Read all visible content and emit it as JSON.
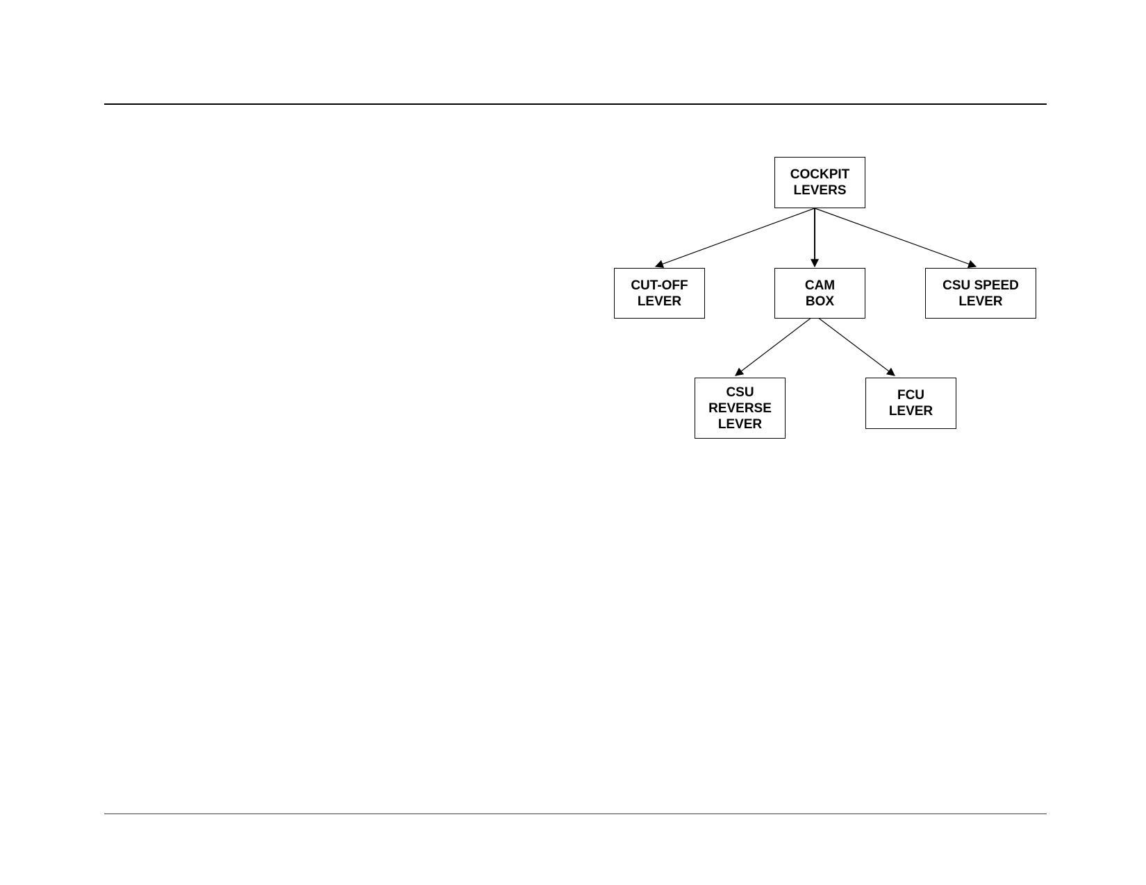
{
  "diagram": {
    "nodes": {
      "cockpit_levers": [
        "COCKPIT",
        "LEVERS"
      ],
      "cut_off_lever": [
        "CUT-OFF",
        "LEVER"
      ],
      "cam_box": [
        "CAM",
        "BOX"
      ],
      "csu_speed_lever": [
        "CSU SPEED",
        "LEVER"
      ],
      "csu_reverse_lever": [
        "CSU",
        "REVERSE",
        "LEVER"
      ],
      "fcu_lever": [
        "FCU",
        "LEVER"
      ]
    },
    "edges": [
      {
        "from": "cockpit_levers",
        "to": "cut_off_lever"
      },
      {
        "from": "cockpit_levers",
        "to": "cam_box"
      },
      {
        "from": "cockpit_levers",
        "to": "csu_speed_lever"
      },
      {
        "from": "cam_box",
        "to": "csu_reverse_lever"
      },
      {
        "from": "cam_box",
        "to": "fcu_lever"
      }
    ],
    "line_color": "#000000"
  }
}
